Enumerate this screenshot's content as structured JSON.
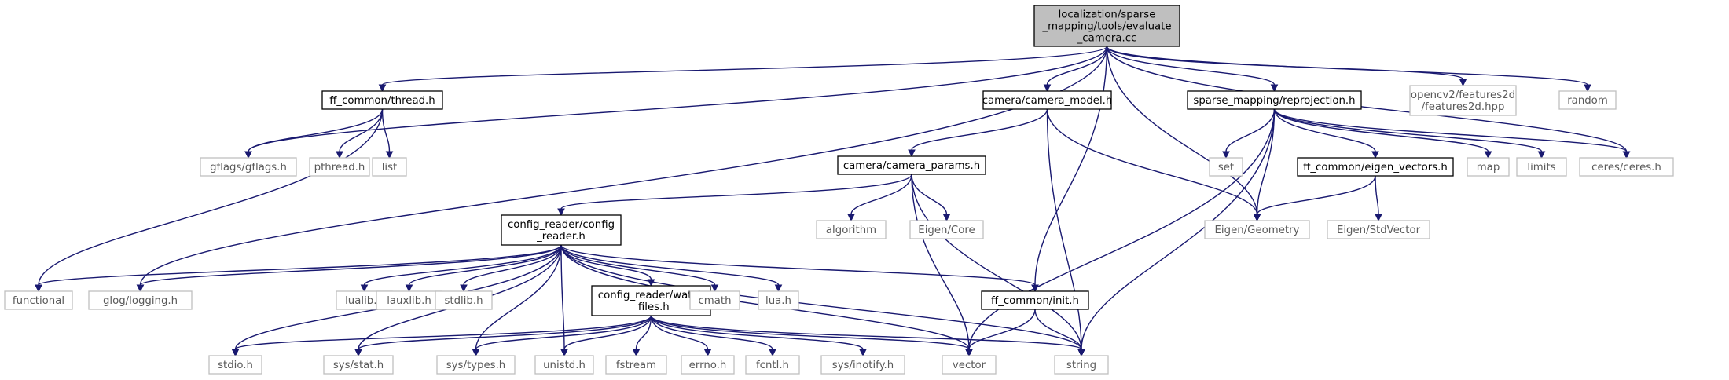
{
  "graph": {
    "nodes": [
      {
        "id": "root",
        "lines": [
          "localization/sparse",
          "_mapping/tools/evaluate",
          "_camera.cc"
        ],
        "style": "root"
      },
      {
        "id": "thread",
        "lines": [
          "ff_common/thread.h"
        ],
        "style": "local"
      },
      {
        "id": "camera_model",
        "lines": [
          "camera/camera_model.h"
        ],
        "style": "local"
      },
      {
        "id": "reprojection",
        "lines": [
          "sparse_mapping/reprojection.h"
        ],
        "style": "local"
      },
      {
        "id": "features2d",
        "lines": [
          "opencv2/features2d",
          "/features2d.hpp"
        ],
        "style": "external"
      },
      {
        "id": "random",
        "lines": [
          "random"
        ],
        "style": "external"
      },
      {
        "id": "gflags",
        "lines": [
          "gflags/gflags.h"
        ],
        "style": "external"
      },
      {
        "id": "pthread",
        "lines": [
          "pthread.h"
        ],
        "style": "external"
      },
      {
        "id": "list",
        "lines": [
          "list"
        ],
        "style": "external"
      },
      {
        "id": "camera_params",
        "lines": [
          "camera/camera_params.h"
        ],
        "style": "local"
      },
      {
        "id": "set",
        "lines": [
          "set"
        ],
        "style": "external"
      },
      {
        "id": "eigen_vectors",
        "lines": [
          "ff_common/eigen_vectors.h"
        ],
        "style": "local"
      },
      {
        "id": "map",
        "lines": [
          "map"
        ],
        "style": "external"
      },
      {
        "id": "limits",
        "lines": [
          "limits"
        ],
        "style": "external"
      },
      {
        "id": "ceres",
        "lines": [
          "ceres/ceres.h"
        ],
        "style": "external"
      },
      {
        "id": "config_reader",
        "lines": [
          "config_reader/config",
          "_reader.h"
        ],
        "style": "local"
      },
      {
        "id": "algorithm",
        "lines": [
          "algorithm"
        ],
        "style": "external"
      },
      {
        "id": "eigen_core",
        "lines": [
          "Eigen/Core"
        ],
        "style": "external"
      },
      {
        "id": "eigen_geometry",
        "lines": [
          "Eigen/Geometry"
        ],
        "style": "external"
      },
      {
        "id": "eigen_stdvector",
        "lines": [
          "Eigen/StdVector"
        ],
        "style": "external"
      },
      {
        "id": "functional",
        "lines": [
          "functional"
        ],
        "style": "external"
      },
      {
        "id": "glog",
        "lines": [
          "glog/logging.h"
        ],
        "style": "external"
      },
      {
        "id": "lualib",
        "lines": [
          "lualib.h"
        ],
        "style": "external"
      },
      {
        "id": "lauxlib",
        "lines": [
          "lauxlib.h"
        ],
        "style": "external"
      },
      {
        "id": "stdlib",
        "lines": [
          "stdlib.h"
        ],
        "style": "external"
      },
      {
        "id": "watch_files",
        "lines": [
          "config_reader/watch",
          "_files.h"
        ],
        "style": "local"
      },
      {
        "id": "cmath",
        "lines": [
          "cmath"
        ],
        "style": "external"
      },
      {
        "id": "lua",
        "lines": [
          "lua.h"
        ],
        "style": "external"
      },
      {
        "id": "init",
        "lines": [
          "ff_common/init.h"
        ],
        "style": "local"
      },
      {
        "id": "stdio",
        "lines": [
          "stdio.h"
        ],
        "style": "external"
      },
      {
        "id": "sys_stat",
        "lines": [
          "sys/stat.h"
        ],
        "style": "external"
      },
      {
        "id": "sys_types",
        "lines": [
          "sys/types.h"
        ],
        "style": "external"
      },
      {
        "id": "unistd",
        "lines": [
          "unistd.h"
        ],
        "style": "external"
      },
      {
        "id": "fstream",
        "lines": [
          "fstream"
        ],
        "style": "external"
      },
      {
        "id": "errno",
        "lines": [
          "errno.h"
        ],
        "style": "external"
      },
      {
        "id": "fcntl",
        "lines": [
          "fcntl.h"
        ],
        "style": "external"
      },
      {
        "id": "sys_inotify",
        "lines": [
          "sys/inotify.h"
        ],
        "style": "external"
      },
      {
        "id": "vector",
        "lines": [
          "vector"
        ],
        "style": "external"
      },
      {
        "id": "string",
        "lines": [
          "string"
        ],
        "style": "external"
      }
    ],
    "edges": [
      [
        "root",
        "thread"
      ],
      [
        "root",
        "camera_model"
      ],
      [
        "root",
        "reprojection"
      ],
      [
        "root",
        "features2d"
      ],
      [
        "root",
        "random"
      ],
      [
        "root",
        "gflags"
      ],
      [
        "root",
        "glog"
      ],
      [
        "root",
        "init"
      ],
      [
        "root",
        "eigen_geometry"
      ],
      [
        "root",
        "ceres"
      ],
      [
        "thread",
        "gflags"
      ],
      [
        "thread",
        "pthread"
      ],
      [
        "thread",
        "list"
      ],
      [
        "thread",
        "functional"
      ],
      [
        "camera_model",
        "camera_params"
      ],
      [
        "camera_model",
        "eigen_geometry"
      ],
      [
        "camera_model",
        "string"
      ],
      [
        "camera_params",
        "config_reader"
      ],
      [
        "camera_params",
        "algorithm"
      ],
      [
        "camera_params",
        "eigen_core"
      ],
      [
        "camera_params",
        "vector"
      ],
      [
        "camera_params",
        "string"
      ],
      [
        "reprojection",
        "set"
      ],
      [
        "reprojection",
        "eigen_vectors"
      ],
      [
        "reprojection",
        "map"
      ],
      [
        "reprojection",
        "limits"
      ],
      [
        "reprojection",
        "ceres"
      ],
      [
        "reprojection",
        "eigen_geometry"
      ],
      [
        "reprojection",
        "vector"
      ],
      [
        "reprojection",
        "string"
      ],
      [
        "eigen_vectors",
        "eigen_geometry"
      ],
      [
        "eigen_vectors",
        "eigen_stdvector"
      ],
      [
        "config_reader",
        "functional"
      ],
      [
        "config_reader",
        "glog"
      ],
      [
        "config_reader",
        "lualib"
      ],
      [
        "config_reader",
        "lauxlib"
      ],
      [
        "config_reader",
        "stdlib"
      ],
      [
        "config_reader",
        "watch_files"
      ],
      [
        "config_reader",
        "cmath"
      ],
      [
        "config_reader",
        "lua"
      ],
      [
        "config_reader",
        "init"
      ],
      [
        "config_reader",
        "stdio"
      ],
      [
        "config_reader",
        "sys_stat"
      ],
      [
        "config_reader",
        "sys_types"
      ],
      [
        "config_reader",
        "unistd"
      ],
      [
        "config_reader",
        "vector"
      ],
      [
        "config_reader",
        "string"
      ],
      [
        "watch_files",
        "stdio"
      ],
      [
        "watch_files",
        "sys_stat"
      ],
      [
        "watch_files",
        "sys_types"
      ],
      [
        "watch_files",
        "unistd"
      ],
      [
        "watch_files",
        "fstream"
      ],
      [
        "watch_files",
        "errno"
      ],
      [
        "watch_files",
        "fcntl"
      ],
      [
        "watch_files",
        "sys_inotify"
      ],
      [
        "watch_files",
        "vector"
      ],
      [
        "watch_files",
        "string"
      ],
      [
        "init",
        "vector"
      ],
      [
        "init",
        "string"
      ]
    ]
  }
}
